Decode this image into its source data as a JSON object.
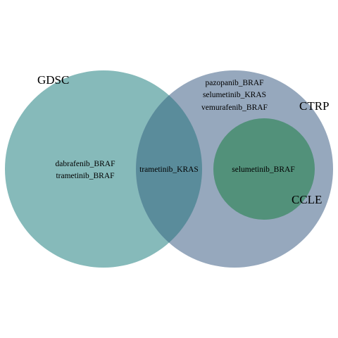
{
  "colors": {
    "gdsc": "#86baba",
    "ctrp": "#96a8bd",
    "overlap": "#5a8c9b",
    "ccle": "#52917a"
  },
  "sets": {
    "gdsc": {
      "label": "GDSC"
    },
    "ctrp": {
      "label": "CTRP"
    },
    "ccle": {
      "label": "CCLE"
    }
  },
  "regions": {
    "gdsc_only": [
      "dabrafenib_BRAF",
      "trametinib_BRAF"
    ],
    "gdsc_ctrp": [
      "trametinib_KRAS"
    ],
    "ctrp_only": [
      "pazopanib_BRAF",
      "selumetinib_KRAS",
      "vemurafenib_BRAF"
    ],
    "ccle_in_ctrp": [
      "selumetinib_BRAF"
    ]
  }
}
